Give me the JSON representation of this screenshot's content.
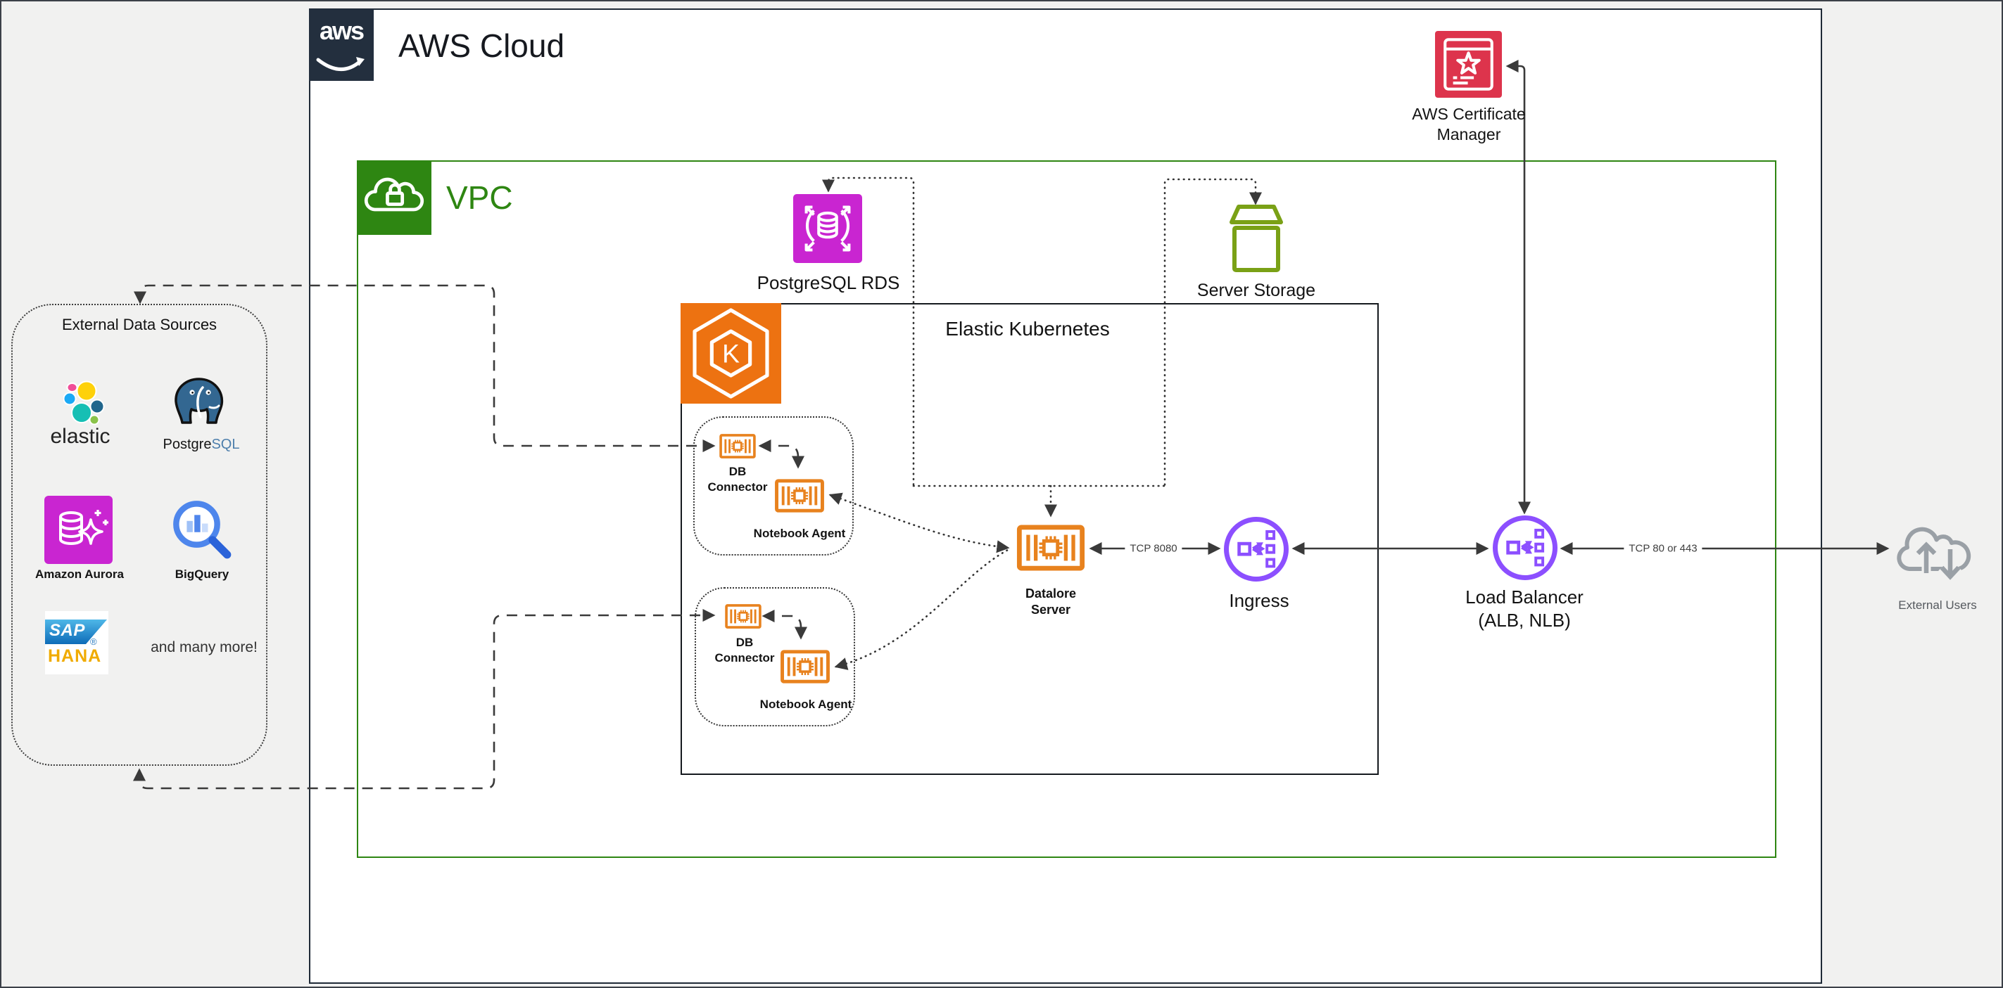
{
  "aws": {
    "logo_text": "aws",
    "cloud_label": "AWS Cloud"
  },
  "vpc": {
    "label": "VPC"
  },
  "ext": {
    "title": "External Data Sources",
    "elastic": "elastic",
    "postgre": "Postgre",
    "sql": "SQL",
    "aurora": "Amazon Aurora",
    "bigquery": "BigQuery",
    "sap": "SAP",
    "reg": "®",
    "hana": "HANA",
    "more": "and many more!"
  },
  "rds": {
    "label": "PostgreSQL RDS"
  },
  "storage": {
    "label": "Server Storage"
  },
  "eks": {
    "label": "Elastic Kubernetes",
    "k": "K"
  },
  "pods": {
    "db_connector": "DB Connector",
    "notebook_agent": "Notebook Agent"
  },
  "datalore": {
    "label": "Datalore Server"
  },
  "ingress": {
    "label": "Ingress"
  },
  "lb": {
    "label": "Load Balancer (ALB, NLB)"
  },
  "acm": {
    "label": "AWS Certificate Manager"
  },
  "users": {
    "label": "External Users"
  },
  "edges": {
    "tcp8080": "TCP 8080",
    "tcp80443": "TCP 80 or 443"
  },
  "colors": {
    "aws_dark": "#232F3E",
    "vpc_green": "#2e8612",
    "eks_orange": "#ED7211",
    "container_orange": "#E8821E",
    "db_magenta": "#C925D1",
    "storage_green": "#7AA116",
    "network_purple": "#8C4FFF",
    "acm_red": "#DD344C",
    "users_gray": "#9aa0a6",
    "canvas_bg": "#f1f1f0"
  }
}
